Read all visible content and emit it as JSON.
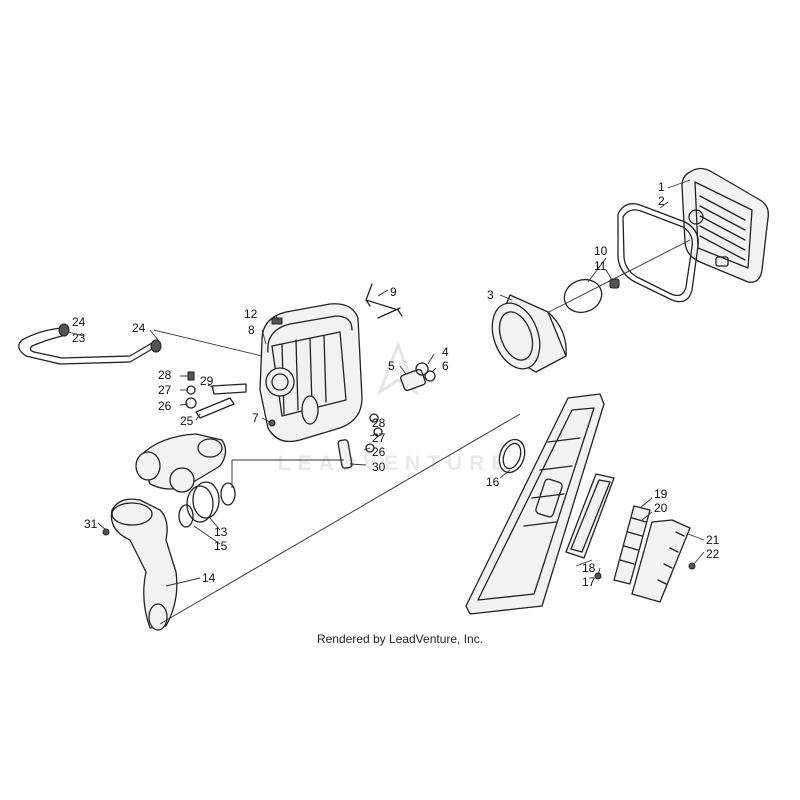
{
  "watermark": "LEADVENTURE",
  "footer": "Rendered by LeadVenture, Inc.",
  "callouts": [
    "1",
    "2",
    "3",
    "4",
    "5",
    "6",
    "7",
    "8",
    "9",
    "10",
    "11",
    "12",
    "13",
    "14",
    "15",
    "16",
    "17",
    "18",
    "19",
    "20",
    "21",
    "22",
    "23",
    "24",
    "24",
    "25",
    "26",
    "26",
    "27",
    "27",
    "28",
    "28",
    "29",
    "30",
    "31"
  ]
}
